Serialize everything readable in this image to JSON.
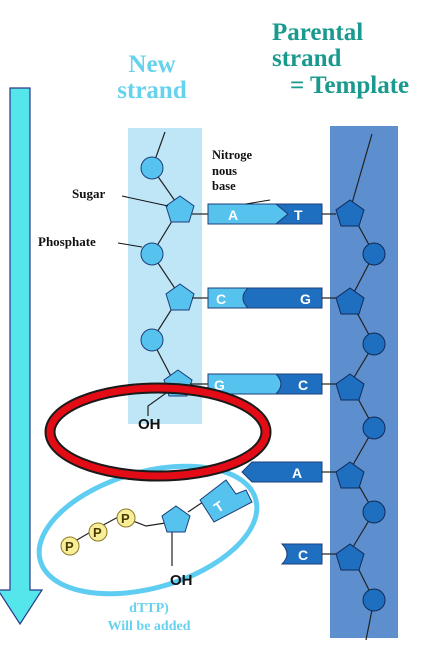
{
  "titles": {
    "new_strand_line1": "New",
    "new_strand_line2": "strand",
    "parental_line1": "Parental",
    "parental_line2": "strand",
    "parental_line3": "= Template"
  },
  "labels": {
    "nitrogenous_line1": "Nitroge",
    "nitrogenous_line2": "nous",
    "nitrogenous_line3": "base",
    "sugar": "Sugar",
    "phosphate": "Phosphate",
    "oh_new_strand": "OH",
    "oh_incoming": "OH",
    "note_line1": "dTTP)",
    "note_line2": "Will be added"
  },
  "base_pairs": [
    {
      "new_base": "A",
      "template_base": "T"
    },
    {
      "new_base": "C",
      "template_base": "G"
    },
    {
      "new_base": "G",
      "template_base": "C"
    },
    {
      "new_base": "",
      "template_base": "A"
    },
    {
      "new_base": "",
      "template_base": "C"
    }
  ],
  "incoming_nucleotide": {
    "base": "T",
    "phosphates": [
      "P",
      "P",
      "P"
    ]
  },
  "colors": {
    "new_strand_band": "#bfe6f7",
    "template_band": "#5d8fce",
    "light_blue": "#56c2ee",
    "dark_blue": "#1e6fc0",
    "arrow_fill": "#55e6ec",
    "highlight_ring": "#e20b16",
    "oval_outline": "#5fcdf1",
    "phosphate_yellow": "#f8ee9a",
    "parental_text": "#1a9a8e",
    "new_text": "#67d2ee"
  }
}
